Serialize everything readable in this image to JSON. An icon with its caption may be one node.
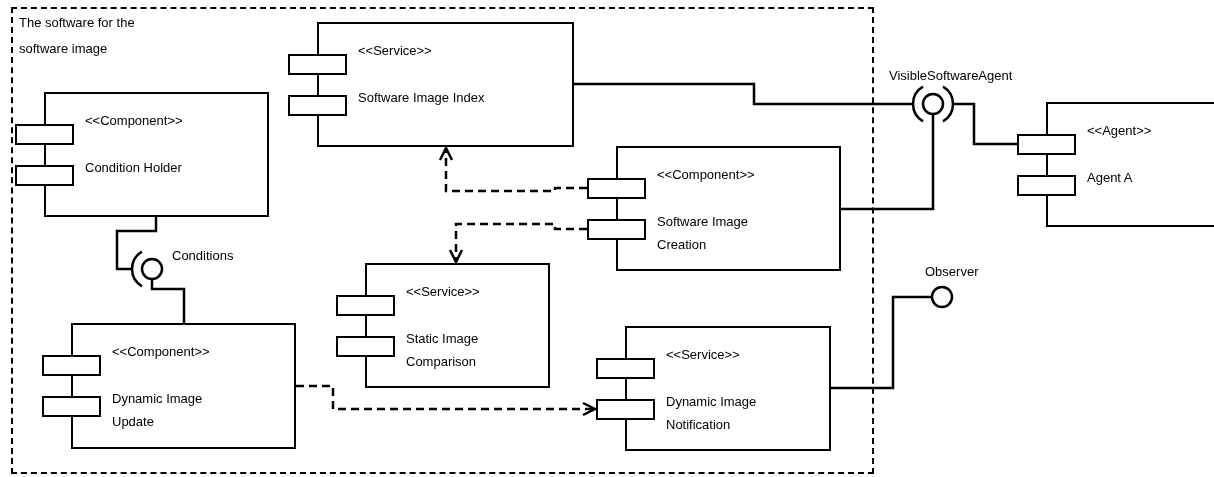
{
  "diagram": {
    "nodes": [
      {
        "text": [
          "The software for the software image"
        ]
      },
      {
        "text": [
          "<<Service>>",
          "Software Image Index"
        ],
        "in": 0
      },
      {
        "text": [
          "<<Component>>",
          "Condition Holder"
        ],
        "in": 0
      },
      {
        "text": [
          "<<Component>>",
          "Software Image Creation"
        ],
        "in": 0
      },
      {
        "text": [
          "<<Service>>",
          "Static Image Comparison"
        ],
        "in": 0
      },
      {
        "text": [
          "<<Component>>",
          "Dynamic Image Update"
        ],
        "in": 0
      },
      {
        "text": [
          "<<Service>>",
          "Dynamic Image Notification"
        ],
        "in": 0
      },
      {
        "text": [
          "<<Agent>>",
          "Agent A"
        ]
      },
      {
        "text": [
          "Conditions"
        ],
        "in": 0
      },
      {
        "text": [
          "VisibleSoftwareAgent"
        ]
      },
      {
        "text": [
          "Observer"
        ]
      }
    ],
    "edges": [
      {
        "from": 1,
        "to": 9,
        "arrow": "none"
      },
      {
        "from": 7,
        "to": 9,
        "arrow": "none"
      },
      {
        "from": 3,
        "to": 9,
        "arrow": "none"
      },
      {
        "from": 3,
        "to": 1,
        "arrow": "to",
        "style": "dashed"
      },
      {
        "from": 3,
        "to": 4,
        "arrow": "to",
        "style": "dashed"
      },
      {
        "from": 2,
        "to": 8,
        "arrow": "none"
      },
      {
        "from": 8,
        "to": 5,
        "arrow": "none"
      },
      {
        "from": 5,
        "to": 6,
        "arrow": "to",
        "style": "dashed"
      },
      {
        "from": 6,
        "to": 10,
        "arrow": "none"
      }
    ]
  }
}
